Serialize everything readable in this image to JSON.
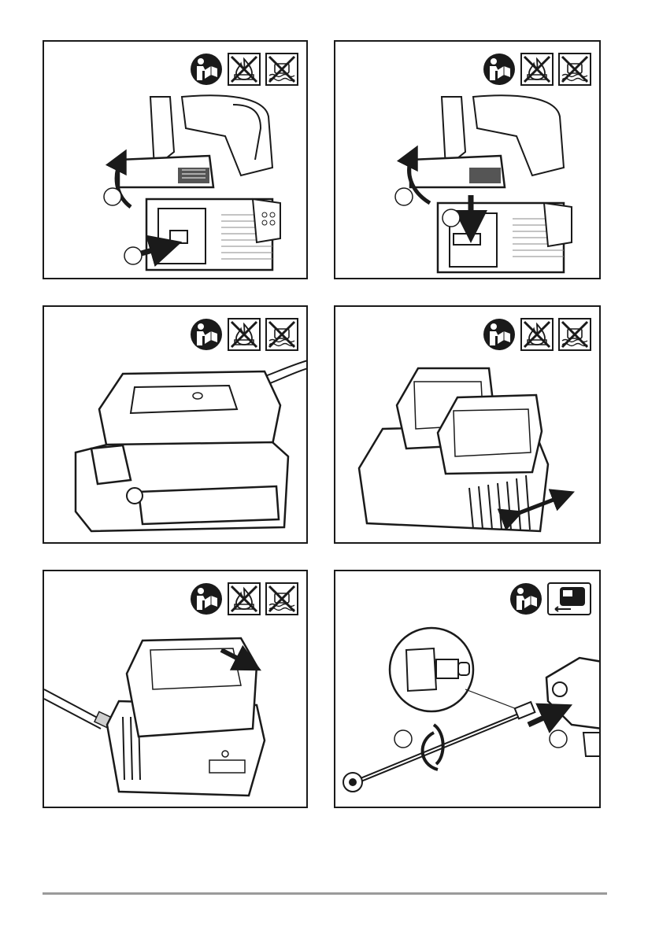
{
  "document": {
    "panels": [
      {
        "id": "remove-battery",
        "callouts": [
          "",
          ""
        ],
        "icons": [
          "read-manual-icon",
          "no-fire-icon",
          "no-water-icon"
        ]
      },
      {
        "id": "press-release",
        "callouts": [
          "",
          ""
        ],
        "icons": [
          "read-manual-icon",
          "no-fire-icon",
          "no-water-icon"
        ]
      },
      {
        "id": "charger-connected",
        "callouts": [],
        "icons": [
          "read-manual-icon",
          "no-fire-icon",
          "no-water-icon"
        ]
      },
      {
        "id": "dual-charger",
        "callouts": [],
        "icons": [
          "read-manual-icon",
          "no-fire-icon",
          "no-water-icon"
        ]
      },
      {
        "id": "slide-battery",
        "callouts": [],
        "icons": [
          "read-manual-icon",
          "no-fire-icon",
          "no-water-icon"
        ]
      },
      {
        "id": "attach-lance",
        "callouts": [
          "",
          ""
        ],
        "icons": [
          "read-manual-icon",
          "lance-attach-icon"
        ]
      }
    ]
  },
  "colors": {
    "ink": "#1a1a1a",
    "rule": "#9a9a9a",
    "shade": "#cfcfcf"
  }
}
